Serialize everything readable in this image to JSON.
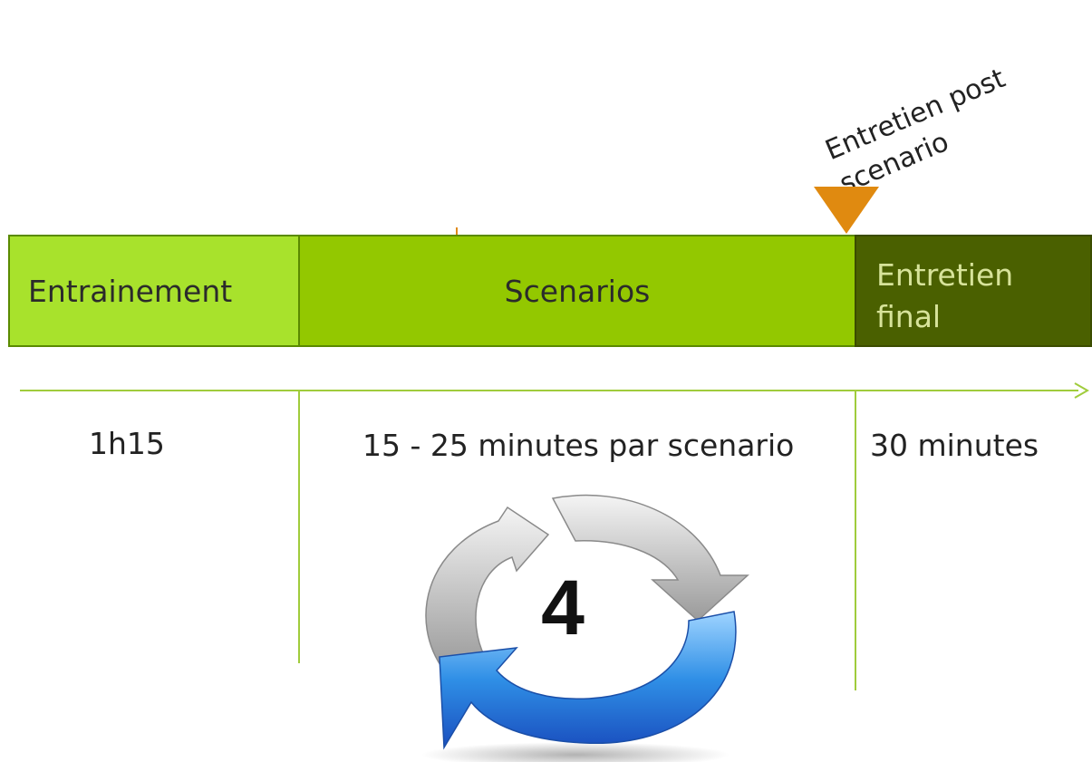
{
  "phases": [
    {
      "label": "Entrainement"
    },
    {
      "label": "Scenarios"
    },
    {
      "label": "Entretien\nfinal"
    }
  ],
  "durations": {
    "entrainement": "1h15",
    "scenarios": "15 - 25 minutes par scenario",
    "final": "30 minutes"
  },
  "milestone": {
    "label": "Entretien post\nscenario",
    "marker_color": "#e08a10"
  },
  "cycle": {
    "count": "4",
    "icon": "refresh-cycle-icon"
  },
  "colors": {
    "entrainement": "#a8e22c",
    "scenarios": "#93c800",
    "final": "#4a6000",
    "timeline": "#a0cc3c"
  }
}
